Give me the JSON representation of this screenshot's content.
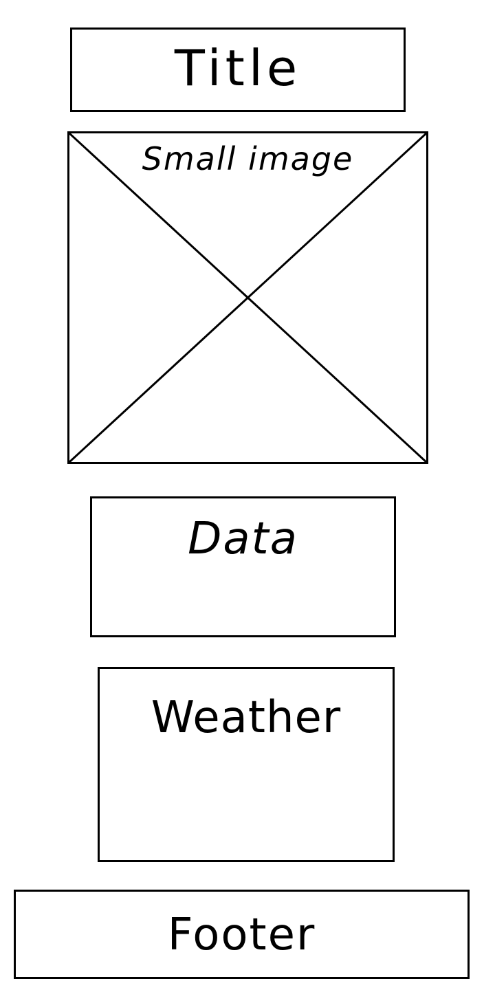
{
  "wireframe": {
    "title": {
      "label": "Title"
    },
    "image": {
      "label": "Small image"
    },
    "data": {
      "label": "Data"
    },
    "weather": {
      "label": "Weather"
    },
    "footer": {
      "label": "Footer"
    }
  },
  "colors": {
    "stroke": "#000000",
    "background": "#ffffff"
  }
}
